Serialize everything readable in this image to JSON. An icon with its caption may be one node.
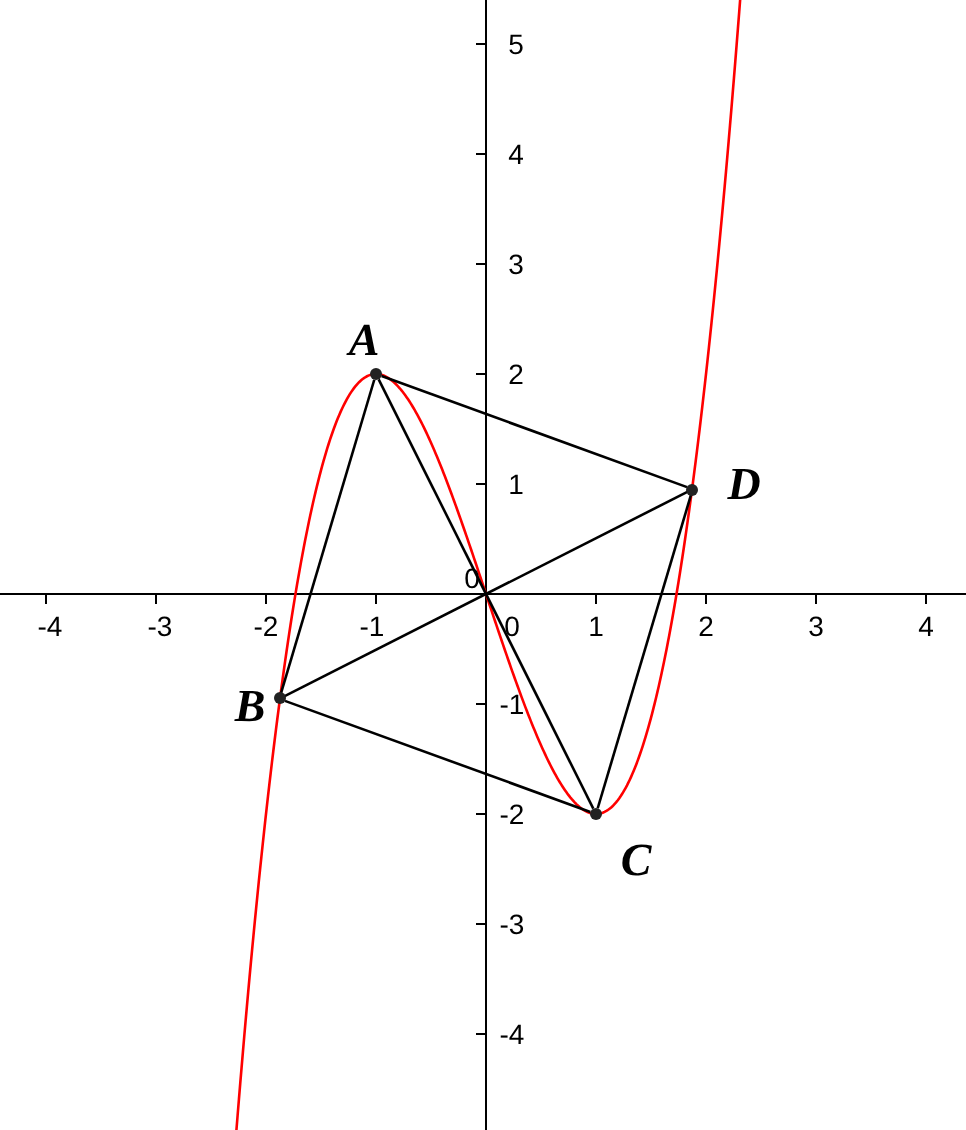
{
  "diagram": {
    "nodes": [
      {
        "text": [],
        "shape": "circle",
        "beside": [
          "A"
        ]
      },
      {
        "text": [],
        "shape": "circle",
        "beside": [
          "B"
        ]
      },
      {
        "text": [],
        "shape": "circle",
        "beside": [
          "C"
        ]
      },
      {
        "text": [],
        "shape": "circle",
        "beside": [
          "D"
        ]
      }
    ],
    "edges": [
      {
        "from": 0,
        "to": 1,
        "arrow": "none"
      },
      {
        "from": 0,
        "to": 3,
        "arrow": "none"
      },
      {
        "from": 0,
        "to": 2,
        "arrow": "none"
      },
      {
        "from": 1,
        "to": 3,
        "arrow": "none"
      },
      {
        "from": 1,
        "to": 2,
        "arrow": "none"
      },
      {
        "from": 2,
        "to": 3,
        "arrow": "none"
      }
    ],
    "labels": [
      "5",
      "4",
      "3",
      "2",
      "1",
      "0",
      "-4",
      "-3",
      "-2",
      "-1",
      "0",
      "1",
      "2",
      "3",
      "4",
      "-1",
      "-2",
      "-3",
      "-4"
    ]
  }
}
